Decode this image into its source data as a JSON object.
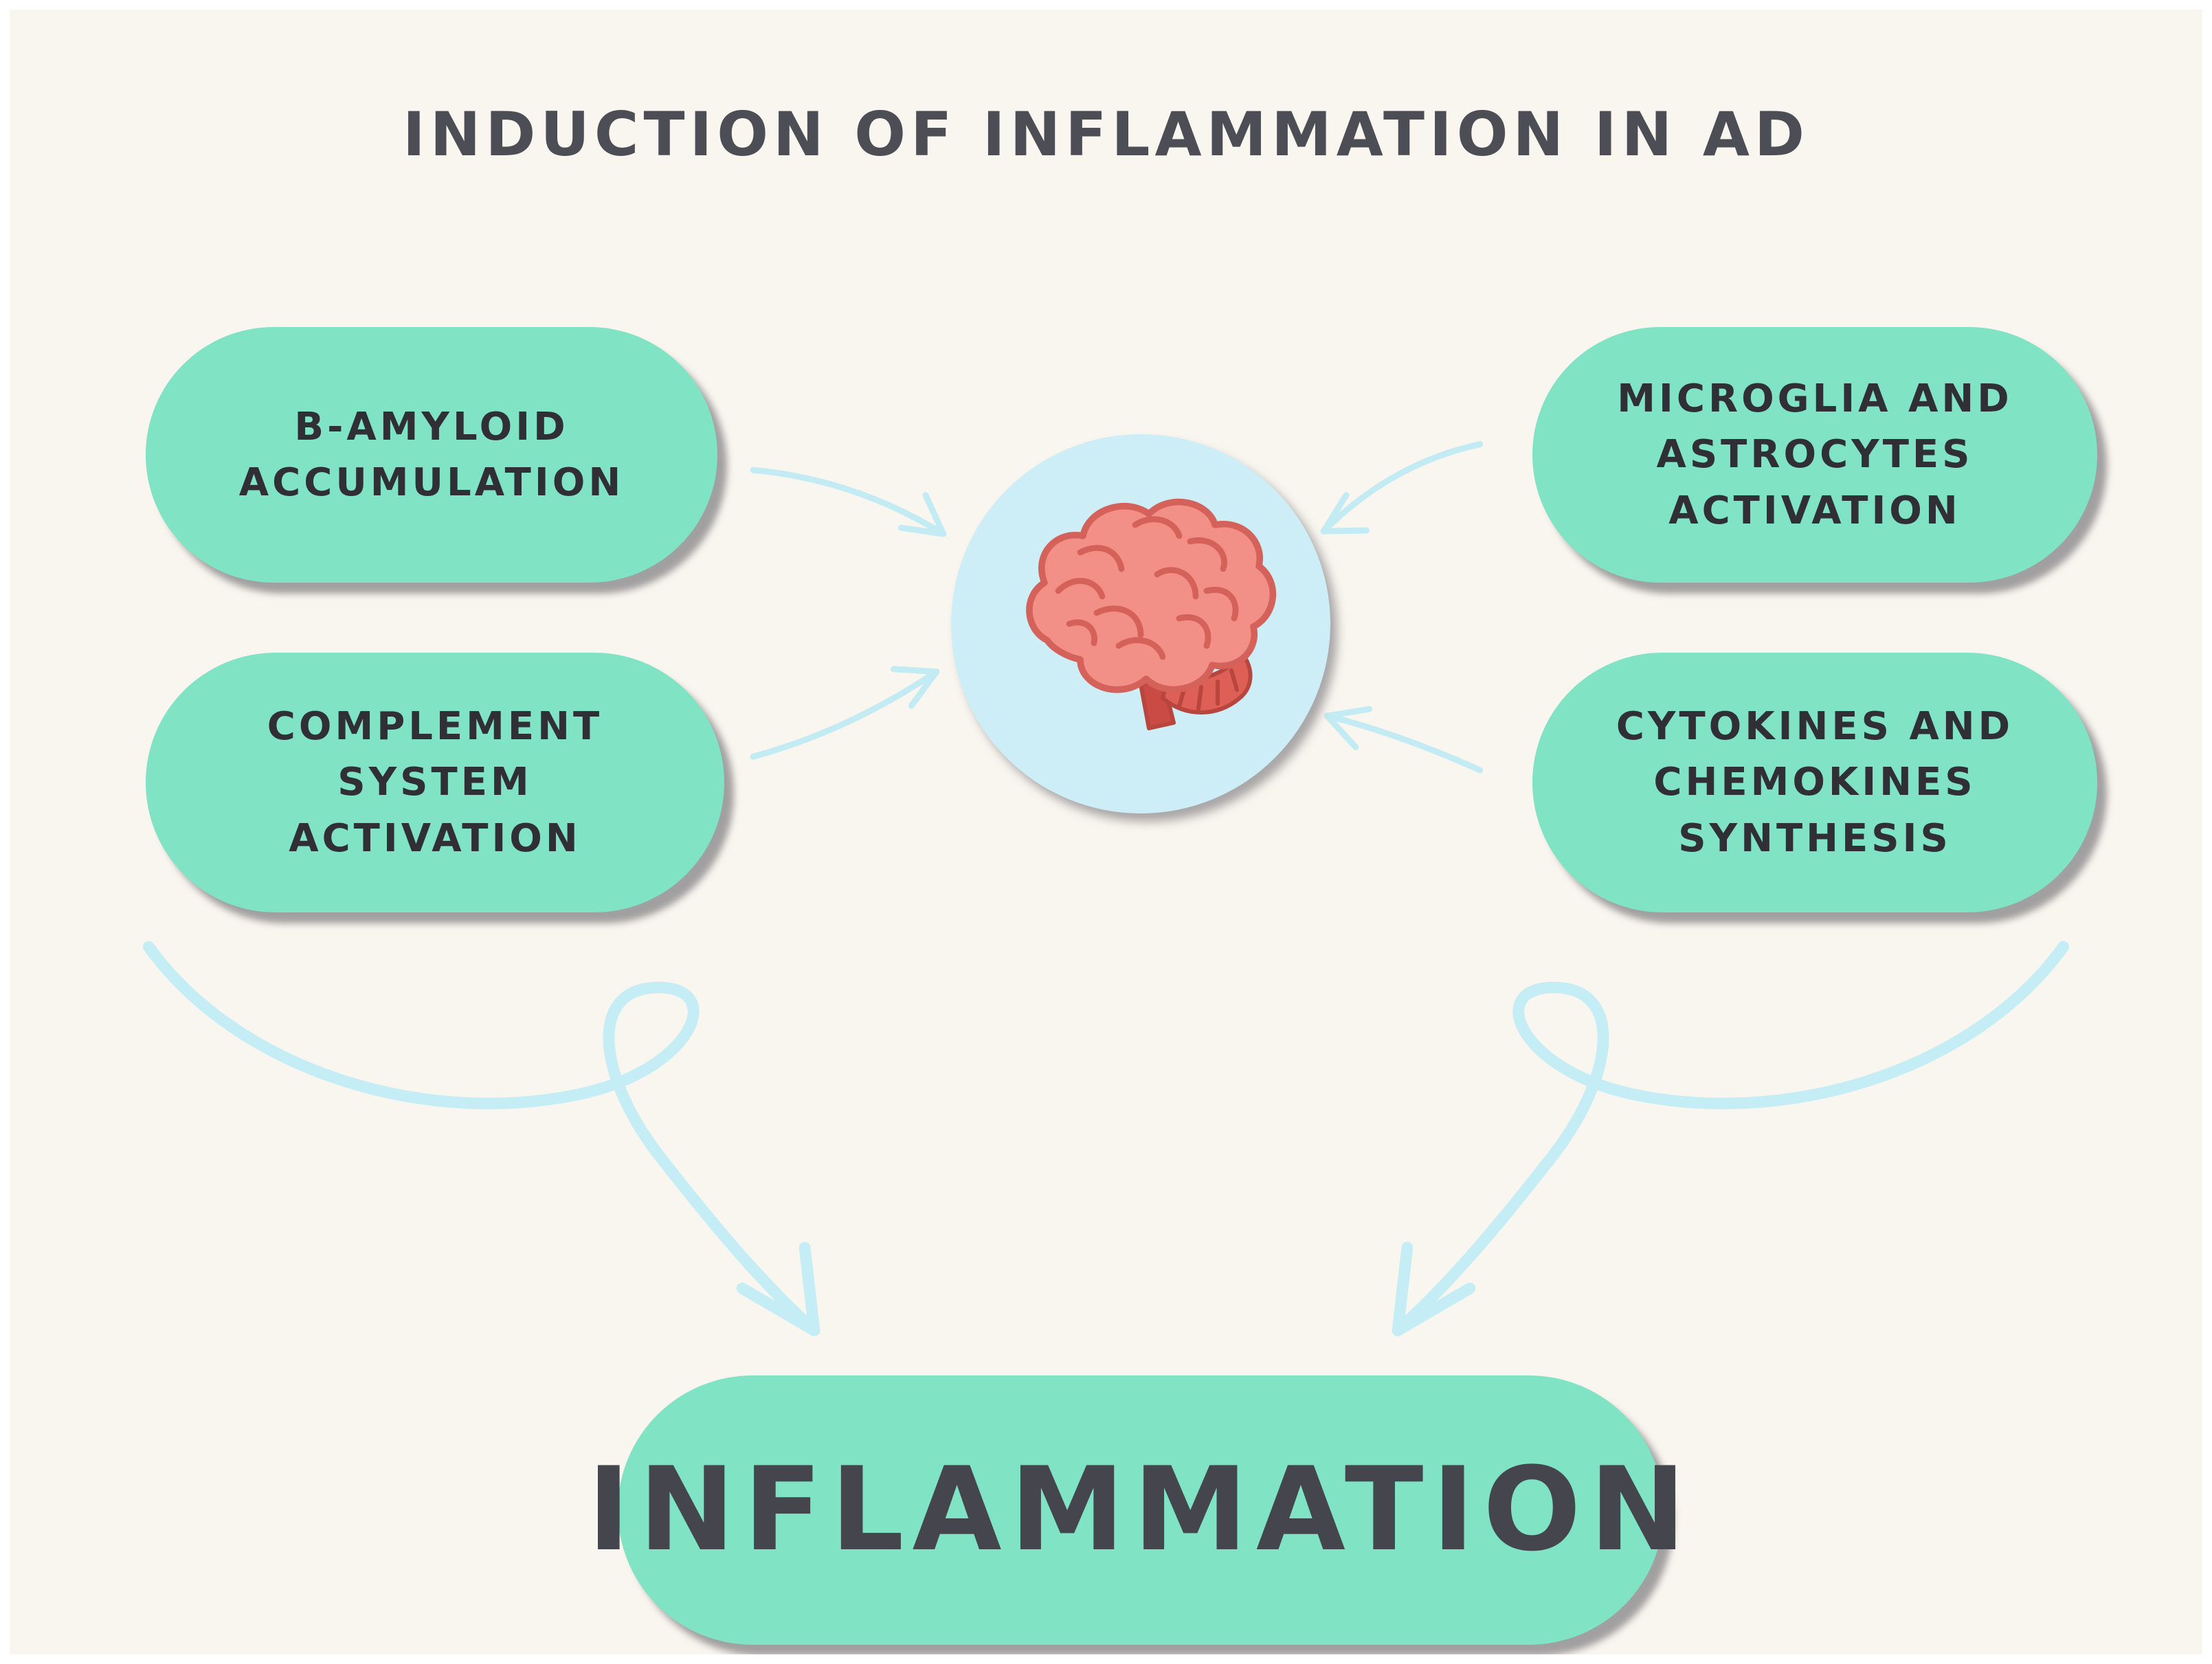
{
  "title": "INDUCTION OF INFLAMMATION IN AD",
  "nodes": {
    "top_left": "B-AMYLOID ACCUMULATION",
    "bottom_left": "COMPLEMENT SYSTEM ACTIVATION",
    "top_right": "MICROGLIA AND ASTROCYTES ACTIVATION",
    "bottom_right": "CYTOKINES AND CHEMOKINES SYNTHESIS"
  },
  "center_icon": "brain-icon",
  "result": "INFLAMMATION",
  "colors": {
    "background": "#f9f5ef",
    "pill": "#7fe3c4",
    "arrow": "#c2ebf4",
    "title_text": "#4d4d55",
    "pill_text": "#2f2f35",
    "circle": "#cdeef7",
    "brain_body": "#f29087",
    "brain_outline": "#d4625a"
  }
}
